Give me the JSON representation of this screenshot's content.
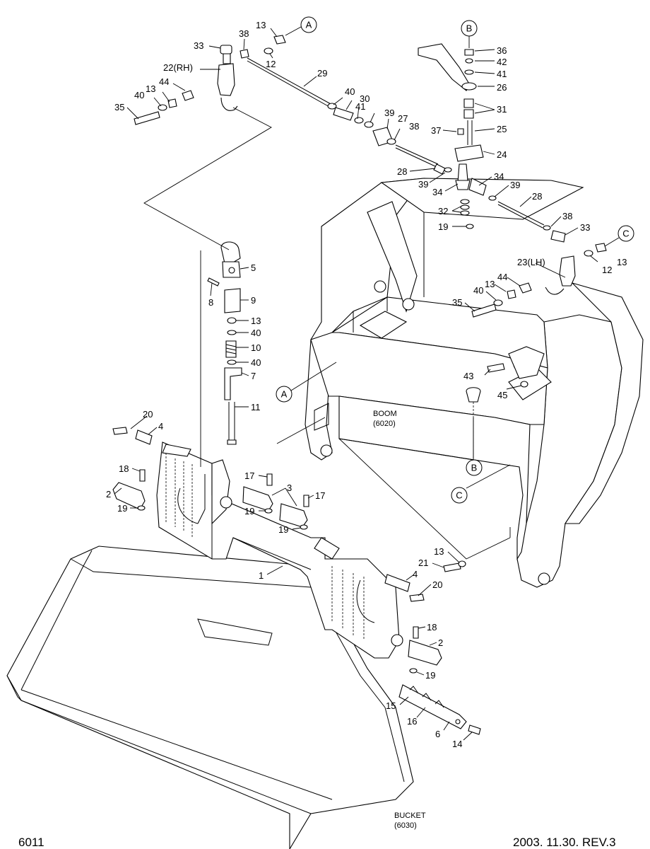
{
  "diagram": {
    "footer_left": "6011",
    "footer_right": "2003. 11.30. REV.3",
    "assemblies": {
      "boom": {
        "name": "BOOM",
        "code": "(6020)"
      },
      "bucket": {
        "name": "BUCKET",
        "code": "(6030)"
      }
    },
    "reference_letters": {
      "a_top": "A",
      "b_top": "B",
      "c_right": "C",
      "a_frame": "A",
      "b_frame": "B",
      "c_frame": "C"
    },
    "callouts": {
      "c13a": "13",
      "c33a": "33",
      "c38a": "38",
      "c12a": "12",
      "c22": "22(RH)",
      "c29": "29",
      "c44a": "44",
      "c13b": "13",
      "c40a": "40",
      "c35a": "35",
      "c40b": "40",
      "c30": "30",
      "c41a": "41",
      "c39a": "39",
      "c27": "27",
      "c38b": "38",
      "c36": "36",
      "c42": "42",
      "c41b": "41",
      "c26": "26",
      "c31": "31",
      "c25": "25",
      "c37": "37",
      "c24": "24",
      "c28a": "28",
      "c34a": "34",
      "c39b": "39",
      "c34b": "34",
      "c39c": "39",
      "c28b": "28",
      "c32": "32",
      "c19a": "19",
      "c38c": "38",
      "c33b": "33",
      "c12b": "12",
      "c13c": "13",
      "c23": "23(LH)",
      "c44b": "44",
      "c13d": "13",
      "c40c": "40",
      "c35b": "35",
      "c5": "5",
      "c8": "8",
      "c9": "9",
      "c13e": "13",
      "c40d": "40",
      "c10": "10",
      "c40e": "40",
      "c7": "7",
      "c11": "11",
      "c43": "43",
      "c45": "45",
      "c20a": "20",
      "c4a": "4",
      "c18a": "18",
      "c2a": "2",
      "c19b": "19",
      "c17a": "17",
      "c3": "3",
      "c17b": "17",
      "c19c": "19",
      "c19d": "19",
      "c1": "1",
      "c13f": "13",
      "c21": "21",
      "c4b": "4",
      "c20b": "20",
      "c18b": "18",
      "c2b": "2",
      "c19e": "19",
      "c15": "15",
      "c16": "16",
      "c6": "6",
      "c14": "14"
    }
  }
}
